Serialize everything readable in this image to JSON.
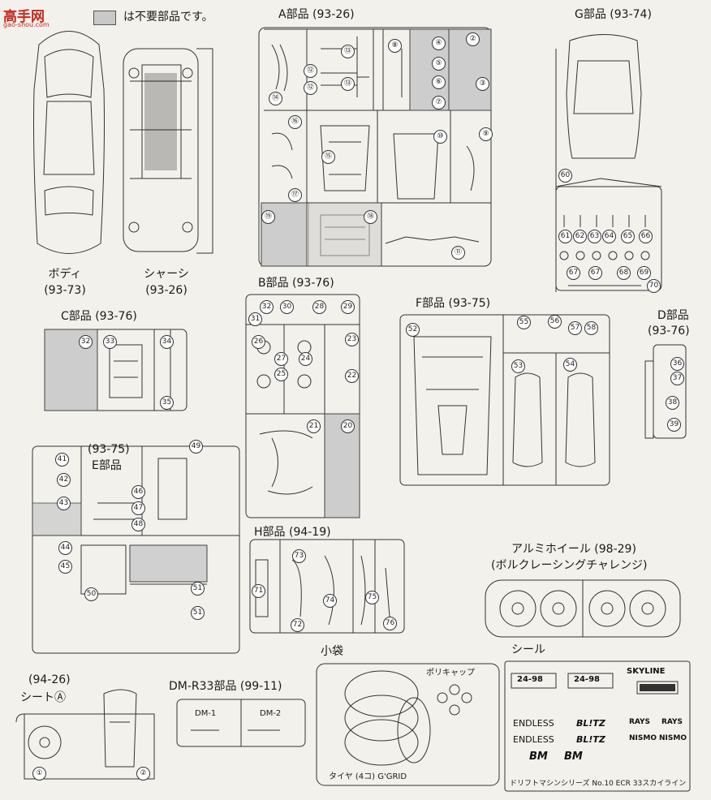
{
  "watermark": {
    "title": "高手网",
    "url": "gao-shou.com"
  },
  "legend": {
    "text": "は不要部品です。"
  },
  "body_label": {
    "name": "ボディ",
    "code": "(93-73)"
  },
  "chassis_label": {
    "name": "シャーシ",
    "code": "(93-26)"
  },
  "sprue_a": {
    "title": "A部品 (93-26)"
  },
  "sprue_g": {
    "title": "G部品 (93-74)"
  },
  "sprue_b": {
    "title": "B部品 (93-76)"
  },
  "sprue_c": {
    "title": "C部品 (93-76)"
  },
  "sprue_f": {
    "title": "F部品 (93-75)"
  },
  "sprue_d": {
    "title": "D部品",
    "code": "(93-76)"
  },
  "sprue_e": {
    "title": "E部品",
    "code": "(93-75)"
  },
  "sprue_h": {
    "title": "H部品 (94-19)"
  },
  "wheels": {
    "title": "アルミホイール (98-29)",
    "subtitle": "(ボルクレーシングチャレンジ)"
  },
  "bag": {
    "title": "小袋",
    "polycap": "ポリキャップ",
    "tire": "タイヤ (4コ) G'GRID"
  },
  "seal": {
    "title": "シール",
    "plate1": "24-98",
    "plate2": "24-98",
    "skyline": "SKYLINE",
    "endless": "ENDLESS",
    "blitz": "BL!TZ",
    "rays": "RAYS",
    "nismo": "NISMO",
    "bm": "BM",
    "footer": "ドリフトマシンシリーズ No.10 ECR 33スカイライン"
  },
  "seat": {
    "code": "(94-26)",
    "title": "シートⒶ"
  },
  "dm": {
    "title": "DM-R33部品 (99-11)",
    "dm1": "DM-1",
    "dm2": "DM-2"
  },
  "part_numbers": {
    "a": [
      "⑭",
      "⑫",
      "⑬",
      "⑬",
      "⑫",
      "⑧",
      "④",
      "⑤",
      "⑥",
      "⑦",
      "②",
      "③",
      "⑯",
      "⑮",
      "⑰",
      "⑩",
      "⑨",
      "⑲",
      "⑱",
      "⑪"
    ],
    "g": [
      "60",
      "61",
      "62",
      "63",
      "64",
      "65",
      "66",
      "67",
      "67",
      "68",
      "69",
      "70"
    ],
    "b": [
      "31",
      "30",
      "32",
      "28",
      "29",
      "26",
      "27",
      "25",
      "24",
      "23",
      "22",
      "21",
      "20"
    ],
    "c": [
      "32",
      "33",
      "34",
      "35"
    ],
    "d": [
      "36",
      "37",
      "38",
      "39"
    ],
    "e": [
      "41",
      "42",
      "43",
      "44",
      "45",
      "46",
      "47",
      "48",
      "49",
      "50",
      "51",
      "51"
    ],
    "f": [
      "52",
      "53",
      "54",
      "55",
      "56",
      "57",
      "58"
    ],
    "h": [
      "71",
      "73",
      "74",
      "75",
      "76",
      "72"
    ],
    "seat": [
      "①",
      "②"
    ]
  },
  "colors": {
    "accent": "#c8281d",
    "gray_part": "#cdcdcd"
  }
}
